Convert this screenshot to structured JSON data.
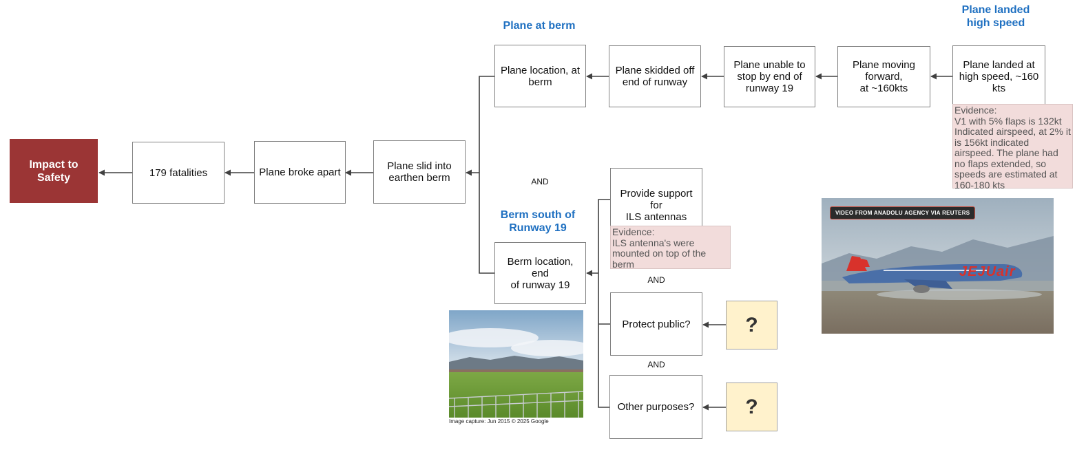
{
  "headings": {
    "plane_at_berm": "Plane at berm",
    "plane_landed_high_speed": "Plane landed\nhigh speed",
    "berm_south": "Berm south of\nRunway 19"
  },
  "nodes": {
    "impact": "Impact to\nSafety",
    "fatalities": "179 fatalities",
    "broke_apart": "Plane broke apart",
    "slid_berm": "Plane slid into\nearthen berm",
    "location_berm": "Plane location, at\nberm",
    "skidded": "Plane skidded off\nend of runway",
    "unable_stop": "Plane unable to\nstop by end of\nrunway 19",
    "moving_forward": "Plane moving\nforward,\nat ~160kts",
    "landed_high_speed": "Plane landed at\nhigh speed, ~160\nkts",
    "berm_location": "Berm location, end\nof runway 19",
    "ils_support": "Provide support for\nILS antennas",
    "protect_public": "Protect public?",
    "other_purposes": "Other purposes?",
    "question_1": "?",
    "question_2": "?"
  },
  "and_labels": {
    "and_1": "AND",
    "and_2": "AND",
    "and_3": "AND"
  },
  "evidence": {
    "speed": "Evidence:\nV1 with 5% flaps is 132kt Indicated airspeed, at 2% it is 156kt indicated airspeed. The plane had no flaps extended, so speeds are estimated at 160-180 kts",
    "ils": "Evidence:\nILS antenna's were mounted on top of the berm"
  },
  "photos": {
    "street_caption": "Image capture: Jun 2015 © 2025 Google",
    "video_tag": "VIDEO FROM ANADOLU AGENCY VIA REUTERS",
    "airline_logo": "JEJUair"
  },
  "colors": {
    "impact": "#9b3535",
    "heading": "#1f70c1",
    "evidence": "#f2dcdb",
    "question": "#fff2cc",
    "connector": "#404040"
  }
}
